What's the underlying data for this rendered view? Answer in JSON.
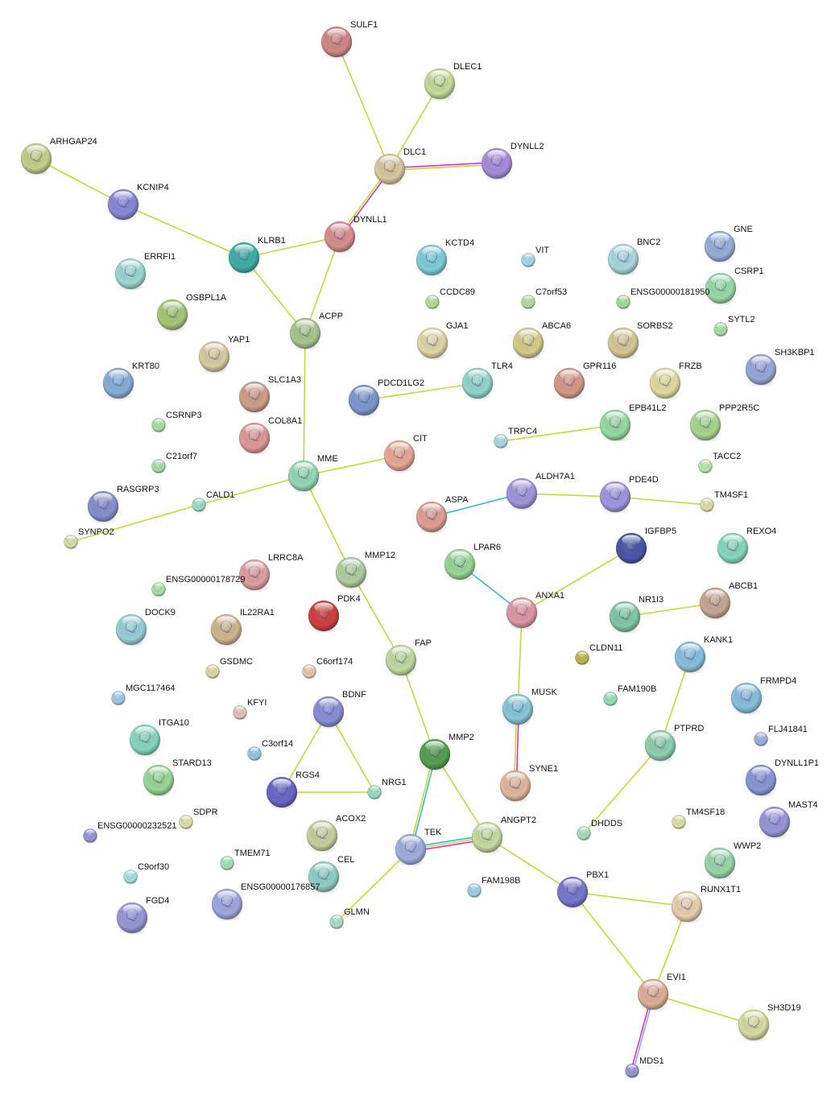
{
  "edge_colors": {
    "textmining": "#c2d936",
    "coexpression": "#d433d4",
    "experiments": "#d433d4",
    "database": "#36b8d9",
    "homology": "#9d9de8"
  },
  "nodes": [
    {
      "label": "SULF1",
      "color": "#d08a86"
    },
    {
      "label": "DLEC1",
      "color": "#c7dc9a"
    },
    {
      "label": "DLC1",
      "color": "#d9c9a0"
    },
    {
      "label": "DYNLL2",
      "color": "#a98fdb"
    },
    {
      "label": "ARHGAP24",
      "color": "#c5d08a"
    },
    {
      "label": "KCNIP4",
      "color": "#8a88d8"
    },
    {
      "label": "DYNLL1",
      "color": "#d99090"
    },
    {
      "label": "KLRB1",
      "color": "#40b0a8"
    },
    {
      "label": "ERRFI1",
      "color": "#9ed8d4"
    },
    {
      "label": "KCTD4",
      "color": "#7fcfd8"
    },
    {
      "label": "VIT",
      "color": "#a8d8e8"
    },
    {
      "label": "BNC2",
      "color": "#a8d8e0"
    },
    {
      "label": "GNE",
      "color": "#98b0d8"
    },
    {
      "label": "CSRP1",
      "color": "#98dca8"
    },
    {
      "label": "OSBPL1A",
      "color": "#a8c878"
    },
    {
      "label": "CCDC89",
      "color": "#b8dca0"
    },
    {
      "label": "C7orf53",
      "color": "#b8dca0"
    },
    {
      "label": "ENSG00000181950",
      "color": "#a8dca0"
    },
    {
      "label": "ACPP",
      "color": "#a8c890"
    },
    {
      "label": "GJA1",
      "color": "#e0d8a8"
    },
    {
      "label": "ABCA6",
      "color": "#d9cc8a"
    },
    {
      "label": "SORBS2",
      "color": "#d8c898"
    },
    {
      "label": "SYTL2",
      "color": "#a8e0a8"
    },
    {
      "label": "SH3KBP1",
      "color": "#98a8d8"
    },
    {
      "label": "YAP1",
      "color": "#d8cca0"
    },
    {
      "label": "KRT80",
      "color": "#88b0d8"
    },
    {
      "label": "SLC1A3",
      "color": "#d0a088"
    },
    {
      "label": "TLR4",
      "color": "#90d8d0"
    },
    {
      "label": "PDCD1LG2",
      "color": "#7e98d0"
    },
    {
      "label": "GPR116",
      "color": "#d89a88"
    },
    {
      "label": "FRZB",
      "color": "#e0dca0"
    },
    {
      "label": "CSRNP3",
      "color": "#a8e0a8"
    },
    {
      "label": "COL8A1",
      "color": "#e09a98"
    },
    {
      "label": "EPB41L2",
      "color": "#98dca0"
    },
    {
      "label": "PPP2R5C",
      "color": "#a8d890"
    },
    {
      "label": "TRPC4",
      "color": "#a8d8e8"
    },
    {
      "label": "CIT",
      "color": "#e8a898"
    },
    {
      "label": "C21orf7",
      "color": "#a8e0a8"
    },
    {
      "label": "TACC2",
      "color": "#b8e8a8"
    },
    {
      "label": "MME",
      "color": "#98d8b8"
    },
    {
      "label": "RASGRP3",
      "color": "#8890d0"
    },
    {
      "label": "CALD1",
      "color": "#98e0c8"
    },
    {
      "label": "ALDH7A1",
      "color": "#a098e0"
    },
    {
      "label": "PDE4D",
      "color": "#a098e0"
    },
    {
      "label": "TM4SF1",
      "color": "#e0e0a8"
    },
    {
      "label": "SYNPO2",
      "color": "#d8e0a8"
    },
    {
      "label": "ASPA",
      "color": "#e0a098"
    },
    {
      "label": "IGFBP5",
      "color": "#4858a8"
    },
    {
      "label": "REXO4",
      "color": "#88d8c0"
    },
    {
      "label": "LPAR6",
      "color": "#98d898"
    },
    {
      "label": "LRRC8A",
      "color": "#e0a0a0"
    },
    {
      "label": "MMP12",
      "color": "#b0d0a0"
    },
    {
      "label": "ENSG00000178729",
      "color": "#a8e0a8"
    },
    {
      "label": "ABCB1",
      "color": "#c8a890"
    },
    {
      "label": "PDK4",
      "color": "#d04040"
    },
    {
      "label": "ANXA1",
      "color": "#e098a8"
    },
    {
      "label": "NR1I3",
      "color": "#80c8a8"
    },
    {
      "label": "DOCK9",
      "color": "#98d0d8"
    },
    {
      "label": "IL22RA1",
      "color": "#d0b890"
    },
    {
      "label": "FAP",
      "color": "#c0dca0"
    },
    {
      "label": "CLDN11",
      "color": "#c0b850"
    },
    {
      "label": "KANK1",
      "color": "#88c0e0"
    },
    {
      "label": "GSDMC",
      "color": "#e0d8a8"
    },
    {
      "label": "C6orf174",
      "color": "#e8c8b0"
    },
    {
      "label": "MGC117464",
      "color": "#a0c8e8"
    },
    {
      "label": "FRMPD4",
      "color": "#88c0e0"
    },
    {
      "label": "MUSK",
      "color": "#88c8d8"
    },
    {
      "label": "FAM190B",
      "color": "#98e0b8"
    },
    {
      "label": "KFYI",
      "color": "#e0c8b0"
    },
    {
      "label": "BDNF",
      "color": "#8890d8"
    },
    {
      "label": "ITGA10",
      "color": "#88d8c0"
    },
    {
      "label": "FLJ41841",
      "color": "#a0b0e0"
    },
    {
      "label": "PTPRD",
      "color": "#90d0b0"
    },
    {
      "label": "C3orf14",
      "color": "#98c8e8"
    },
    {
      "label": "MMP2",
      "color": "#58a050"
    },
    {
      "label": "STARD13",
      "color": "#98d898"
    },
    {
      "label": "SYNE1",
      "color": "#e0b8a0"
    },
    {
      "label": "DYNLL1P1",
      "color": "#8898d8"
    },
    {
      "label": "RGS4",
      "color": "#6868c8"
    },
    {
      "label": "NRG1",
      "color": "#98e0c8"
    },
    {
      "label": "SDPR",
      "color": "#e0e0a8"
    },
    {
      "label": "TM4SF18",
      "color": "#e0e0a8"
    },
    {
      "label": "ENSG00000232521",
      "color": "#9898d8"
    },
    {
      "label": "MAST4",
      "color": "#9898d8"
    },
    {
      "label": "ACOX2",
      "color": "#c8d0a0"
    },
    {
      "label": "ANGPT2",
      "color": "#c8dca0"
    },
    {
      "label": "DHDDS",
      "color": "#a8e0c0"
    },
    {
      "label": "TEK",
      "color": "#a0b0e0"
    },
    {
      "label": "TMEM71",
      "color": "#a8e0b8"
    },
    {
      "label": "WWP2",
      "color": "#98d8a8"
    },
    {
      "label": "C9orf30",
      "color": "#a8e0e0"
    },
    {
      "label": "CEL",
      "color": "#90d0c8"
    },
    {
      "label": "FAM198B",
      "color": "#a0d0e8"
    },
    {
      "label": "PBX1",
      "color": "#7878d0"
    },
    {
      "label": "ENSG00000176857",
      "color": "#a0a8e0"
    },
    {
      "label": "RUNX1T1",
      "color": "#e8d0b0"
    },
    {
      "label": "FGD4",
      "color": "#9898d8"
    },
    {
      "label": "GLMN",
      "color": "#a8e0c8"
    },
    {
      "label": "EVI1",
      "color": "#e0b098"
    },
    {
      "label": "SH3D19",
      "color": "#d8dca0"
    },
    {
      "label": "MDS1",
      "color": "#9898d0"
    }
  ],
  "edges": [
    {
      "a": "SULF1",
      "b": "DLC1",
      "evidence": [
        "textmining"
      ]
    },
    {
      "a": "DLEC1",
      "b": "DLC1",
      "evidence": [
        "textmining"
      ]
    },
    {
      "a": "DLC1",
      "b": "DYNLL2",
      "evidence": [
        "experiments",
        "textmining"
      ]
    },
    {
      "a": "DLC1",
      "b": "DYNLL1",
      "evidence": [
        "experiments",
        "textmining"
      ]
    },
    {
      "a": "ARHGAP24",
      "b": "KCNIP4",
      "evidence": [
        "textmining"
      ]
    },
    {
      "a": "KCNIP4",
      "b": "KLRB1",
      "evidence": [
        "textmining"
      ]
    },
    {
      "a": "KLRB1",
      "b": "DYNLL1",
      "evidence": [
        "textmining"
      ]
    },
    {
      "a": "KLRB1",
      "b": "ACPP",
      "evidence": [
        "textmining"
      ]
    },
    {
      "a": "DYNLL1",
      "b": "ACPP",
      "evidence": [
        "textmining"
      ]
    },
    {
      "a": "ACPP",
      "b": "MME",
      "evidence": [
        "textmining"
      ]
    },
    {
      "a": "MME",
      "b": "CIT",
      "evidence": [
        "textmining"
      ]
    },
    {
      "a": "MME",
      "b": "CALD1",
      "evidence": [
        "textmining"
      ]
    },
    {
      "a": "CALD1",
      "b": "SYNPO2",
      "evidence": [
        "textmining"
      ]
    },
    {
      "a": "MME",
      "b": "MMP12",
      "evidence": [
        "textmining"
      ]
    },
    {
      "a": "MMP12",
      "b": "FAP",
      "evidence": [
        "textmining"
      ]
    },
    {
      "a": "FAP",
      "b": "MMP2",
      "evidence": [
        "textmining"
      ]
    },
    {
      "a": "MMP2",
      "b": "TEK",
      "evidence": [
        "database",
        "textmining"
      ]
    },
    {
      "a": "MMP2",
      "b": "ANGPT2",
      "evidence": [
        "textmining"
      ]
    },
    {
      "a": "TEK",
      "b": "ANGPT2",
      "evidence": [
        "database",
        "textmining",
        "experiments"
      ]
    },
    {
      "a": "TEK",
      "b": "GLMN",
      "evidence": [
        "textmining"
      ]
    },
    {
      "a": "ANGPT2",
      "b": "PBX1",
      "evidence": [
        "textmining"
      ]
    },
    {
      "a": "PBX1",
      "b": "RUNX1T1",
      "evidence": [
        "textmining"
      ]
    },
    {
      "a": "PBX1",
      "b": "EVI1",
      "evidence": [
        "textmining"
      ]
    },
    {
      "a": "RUNX1T1",
      "b": "EVI1",
      "evidence": [
        "textmining"
      ]
    },
    {
      "a": "EVI1",
      "b": "SH3D19",
      "evidence": [
        "textmining"
      ]
    },
    {
      "a": "EVI1",
      "b": "MDS1",
      "evidence": [
        "homology",
        "experiments"
      ]
    },
    {
      "a": "PDCD1LG2",
      "b": "TLR4",
      "evidence": [
        "textmining"
      ]
    },
    {
      "a": "TRPC4",
      "b": "EPB41L2",
      "evidence": [
        "textmining"
      ]
    },
    {
      "a": "ASPA",
      "b": "ALDH7A1",
      "evidence": [
        "database"
      ]
    },
    {
      "a": "ALDH7A1",
      "b": "PDE4D",
      "evidence": [
        "textmining"
      ]
    },
    {
      "a": "PDE4D",
      "b": "TM4SF1",
      "evidence": [
        "textmining"
      ]
    },
    {
      "a": "LPAR6",
      "b": "ANXA1",
      "evidence": [
        "database"
      ]
    },
    {
      "a": "ANXA1",
      "b": "IGFBP5",
      "evidence": [
        "textmining"
      ]
    },
    {
      "a": "ANXA1",
      "b": "MUSK",
      "evidence": [
        "textmining"
      ]
    },
    {
      "a": "MUSK",
      "b": "SYNE1",
      "evidence": [
        "experiments",
        "textmining"
      ]
    },
    {
      "a": "NR1I3",
      "b": "ABCB1",
      "evidence": [
        "textmining"
      ]
    },
    {
      "a": "KANK1",
      "b": "PTPRD",
      "evidence": [
        "textmining"
      ]
    },
    {
      "a": "PTPRD",
      "b": "DHDDS",
      "evidence": [
        "textmining"
      ]
    },
    {
      "a": "BDNF",
      "b": "RGS4",
      "evidence": [
        "textmining"
      ]
    },
    {
      "a": "BDNF",
      "b": "NRG1",
      "evidence": [
        "textmining"
      ]
    },
    {
      "a": "RGS4",
      "b": "NRG1",
      "evidence": [
        "textmining"
      ]
    }
  ]
}
